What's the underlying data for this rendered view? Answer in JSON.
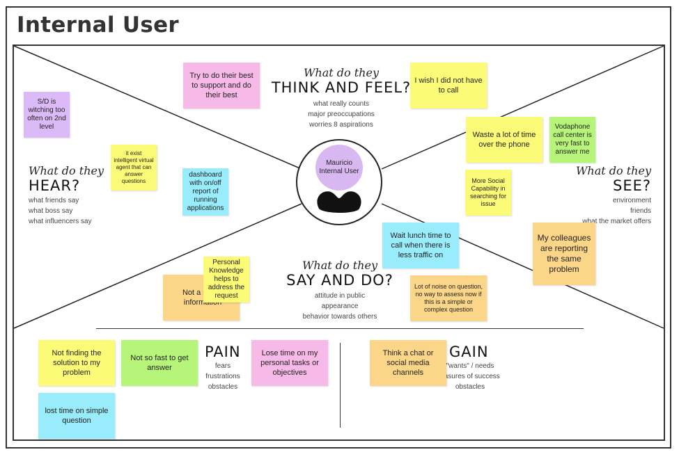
{
  "title": "Internal User",
  "center": {
    "name": "Mauricio Internal User"
  },
  "sections": {
    "think": {
      "script": "What do they",
      "big": "THINK AND FEEL?",
      "sub": [
        "what really counts",
        "major preoccupations",
        "worries 8 aspirations"
      ]
    },
    "hear": {
      "script": "What do they",
      "big": "HEAR?",
      "sub": [
        "what friends say",
        "what boss say",
        "what influencers say"
      ]
    },
    "see": {
      "script": "What do they",
      "big": "SEE?",
      "sub": [
        "environment",
        "friends",
        "what the market offers"
      ]
    },
    "say": {
      "script": "What do they",
      "big": "SAY AND DO?",
      "sub": [
        "attitude in public",
        "appearance",
        "behavior towards others"
      ]
    },
    "pain": {
      "big": "PAIN",
      "sub": [
        "fears",
        "frustrations",
        "obstacles"
      ]
    },
    "gain": {
      "big": "GAIN",
      "sub": [
        "\"wants\" / needs",
        "easures of success",
        "obstacles"
      ]
    }
  },
  "notes": {
    "n1": "Try to do their best to support and do their best",
    "n2": "I wish I did not have to call",
    "n3": "S/D is witching too often on 2nd level",
    "n4": "it exist intelligent virtual agent that can answer questions",
    "n5": "dashboard with on/off report of running applications",
    "n6": "Waste a lot of time over the phone",
    "n7": "Vodaphone call center is very fast to answer me",
    "n8": "More Social Capability in searching for issue",
    "n9": "My colleagues are reporting the same problem",
    "n10": "Wait lunch time to call when there is less traffic on",
    "n11": "Lot of noise on question, no way to assess now if this is a simple or complex question",
    "n12": "Not a single information",
    "n13": "Personal Knowledge helps to address the request",
    "n14": "Not finding the solution to my problem",
    "n15": "Not so fast to get answer",
    "n16": "Lose time on my personal tasks or objectives",
    "n17": "lost time on simple question",
    "n18": "Think a chat or social media channels"
  }
}
